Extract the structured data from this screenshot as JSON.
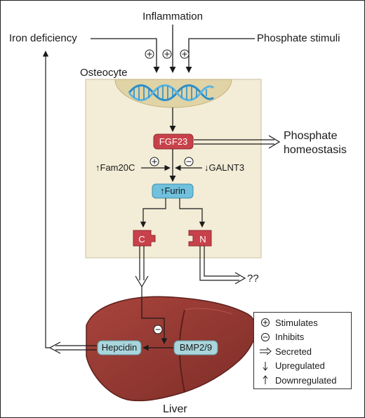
{
  "labels": {
    "inflammation": "Inflammation",
    "iron_deficiency": "Iron deficiency",
    "phosphate_stimuli": "Phosphate stimuli",
    "osteocyte": "Osteocyte",
    "fgf23": "FGF23",
    "phosphate_homeostasis_line1": "Phosphate",
    "phosphate_homeostasis_line2": "homeostasis",
    "fam20c": "↑Fam20C",
    "galnt3": "↓GALNT3",
    "furin": "↑Furin",
    "c_fragment": "C",
    "n_fragment": "N",
    "unknown": "??",
    "hepcidin": "Hepcidin",
    "bmp": "BMP2/9",
    "liver": "Liver"
  },
  "legend": {
    "items": [
      {
        "symbol": "plus-circle",
        "label": "Stimulates"
      },
      {
        "symbol": "minus-circle",
        "label": "Inhibits"
      },
      {
        "symbol": "double-arrow",
        "label": "Secreted"
      },
      {
        "symbol": "down-arrow",
        "label": "Upregulated"
      },
      {
        "symbol": "up-arrow",
        "label": "Downregulated"
      }
    ]
  },
  "colors": {
    "cell_fill": "#f3ecd6",
    "nucleus_fill": "#e0d3a6",
    "dna_blue": "#2b8fc9",
    "fgf23_red": "#c8414a",
    "furin_blue": "#6fc1de",
    "liver_red": "#9b3a34",
    "liver_pill": "#a9d6dc"
  }
}
